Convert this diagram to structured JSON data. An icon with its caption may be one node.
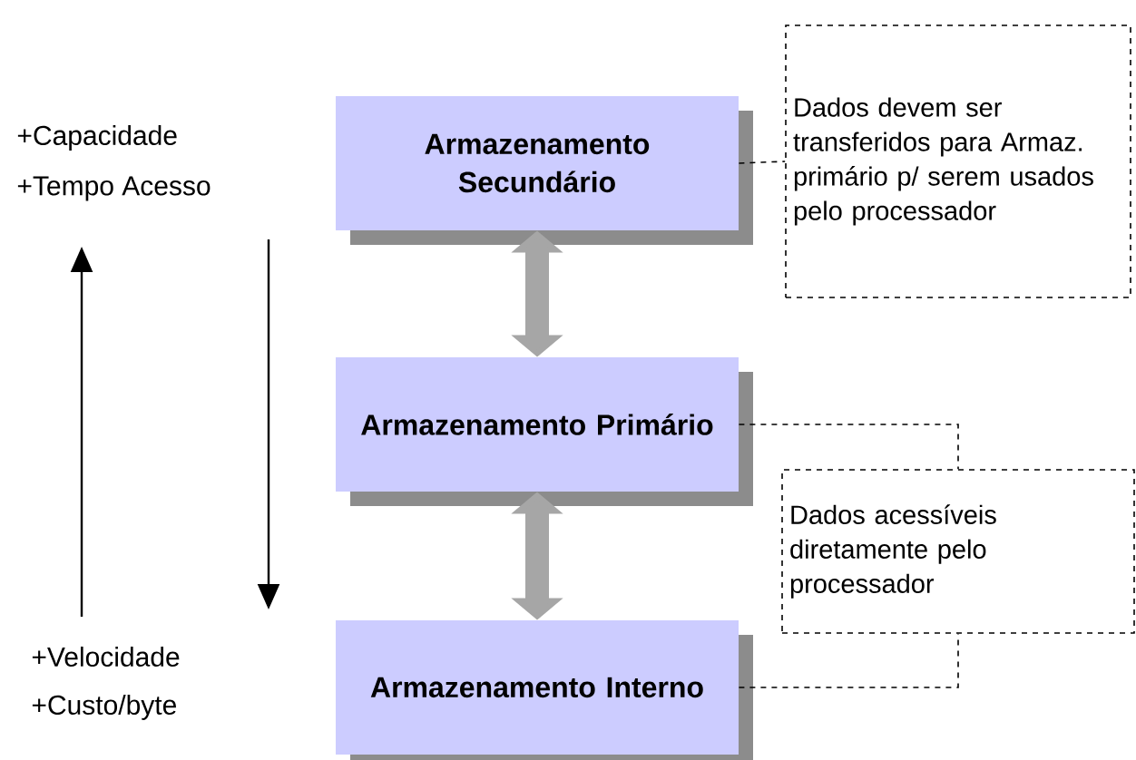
{
  "diagram": {
    "nodes": [
      {
        "text": [
          "Armazenamento Secundário"
        ]
      },
      {
        "text": [
          "Armazenamento Primário"
        ]
      },
      {
        "text": [
          "Armazenamento Interno"
        ]
      },
      {
        "text": [
          "Dados devem ser transferidos para Armaz. primário p/ serem usados pelo processador"
        ]
      },
      {
        "text": [
          "Dados acessíveis diretamente pelo processador"
        ]
      }
    ],
    "edges": [
      {
        "from": 0,
        "to": 1,
        "arrow": "both",
        "style": "thick",
        "color": "#a6a6a6"
      },
      {
        "from": 1,
        "to": 2,
        "arrow": "both",
        "style": "thick",
        "color": "#a6a6a6"
      },
      {
        "from": 0,
        "to": 3,
        "arrow": "none",
        "style": "dashed"
      },
      {
        "from": 1,
        "to": 4,
        "arrow": "none",
        "style": "dashed"
      },
      {
        "from": 2,
        "to": 4,
        "arrow": "none",
        "style": "dashed"
      }
    ],
    "labels": [
      "+Capacidade",
      "+Tempo Acesso",
      "+Velocidade",
      "+Custo/byte"
    ]
  }
}
